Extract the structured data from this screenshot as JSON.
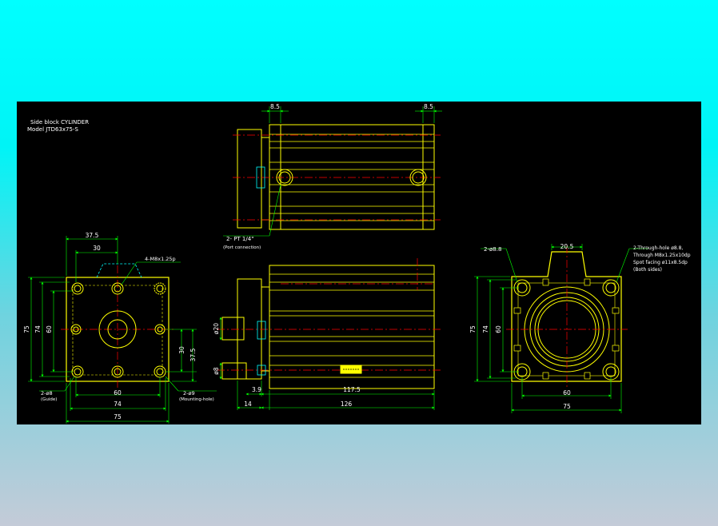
{
  "title": {
    "line1": "Side block CYLINDER",
    "line2": "Model  JTD63x75-S"
  },
  "colors": {
    "background_top": "#00ffff",
    "background_bottom": "#c4cbd8",
    "sheet": "#000000",
    "outline": "#ffff00",
    "dimension": "#00ff00",
    "centerline": "#ff0000",
    "hidden": "#00ffff",
    "detail": "#ffffff"
  },
  "left_view": {
    "dim_37_5_top": "37.5",
    "dim_30_top": "30",
    "callout_tap": "4-M8x1.25p",
    "dim_75_left": "75",
    "dim_74_left": "74",
    "dim_60_left": "60",
    "dim_30_right": "30",
    "dim_37_5_right": "37.5",
    "callout_guide": "2-ø8",
    "callout_guide_note": "(Guide)",
    "callout_mount": "2-ø9",
    "callout_mount_note": "(Mounting-hole)",
    "dim_60_bottom": "60",
    "dim_74_bottom": "74",
    "dim_75_bottom": "75"
  },
  "top_view": {
    "dim_8_5_left": "8.5",
    "dim_8_5_right": "8.5",
    "callout_port": "2- PT 1/4\"",
    "callout_port_note": "(Port connection)"
  },
  "front_view": {
    "dim_dia20": "ø20",
    "dim_dia8": "ø8",
    "dim_3_9": "3.9",
    "dim_14": "14",
    "dim_117_5": "117.5",
    "dim_126": "126"
  },
  "right_view": {
    "callout_hole": "2-ø8.8",
    "dim_20_5": "20.5",
    "note_1": "2-Through-hole ø8.8,",
    "note_2": "Through M8x1.25x10dp",
    "note_3": "Spot facing ø11x8.5dp",
    "note_4": "(Both sides)",
    "dim_75_left": "75",
    "dim_74_left": "74",
    "dim_60_left": "60",
    "dim_60_bottom": "60",
    "dim_75_bottom": "75"
  }
}
